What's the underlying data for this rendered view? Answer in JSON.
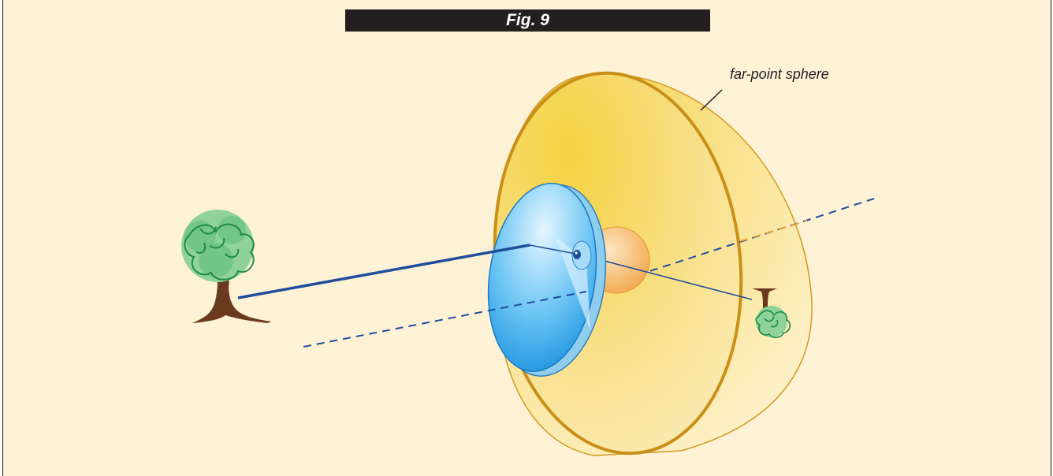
{
  "figure": {
    "title": "Fig. 9",
    "labels": {
      "far_point_sphere": "far-point sphere"
    },
    "colors": {
      "background": "#fdf1d6",
      "sphere_fill": "#f7d85a",
      "sphere_rim": "#d39a1e",
      "lens": "#3aa8e8",
      "eye": "#f6b45c",
      "ray": "#1f4e9c",
      "foliage": "#4fb86b",
      "trunk": "#6b3a1e"
    },
    "icons": [
      "tree-object",
      "lens",
      "eye",
      "tree-image"
    ]
  }
}
